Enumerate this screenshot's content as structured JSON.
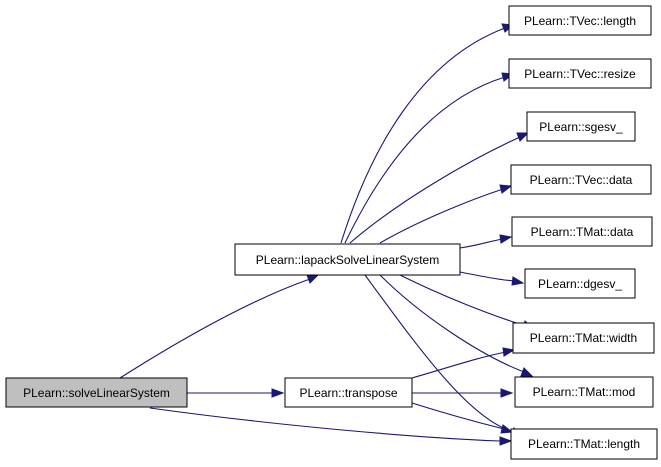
{
  "graph": {
    "colors": {
      "edge": "#191970",
      "node_fill": "#ffffff",
      "root_fill": "#bfbfbf",
      "border": "#000000"
    },
    "nodes": {
      "solve": {
        "label": "PLearn::solveLinearSystem",
        "root": true
      },
      "lapack": {
        "label": "PLearn::lapackSolveLinearSystem"
      },
      "transpose": {
        "label": "PLearn::transpose"
      },
      "tvec_length": {
        "label": "PLearn::TVec::length"
      },
      "tvec_resize": {
        "label": "PLearn::TVec::resize"
      },
      "sgesv": {
        "label": "PLearn::sgesv_"
      },
      "tvec_data": {
        "label": "PLearn::TVec::data"
      },
      "tmat_data": {
        "label": "PLearn::TMat::data"
      },
      "dgesv": {
        "label": "PLearn::dgesv_"
      },
      "tmat_width": {
        "label": "PLearn::TMat::width"
      },
      "tmat_mod": {
        "label": "PLearn::TMat::mod"
      },
      "tmat_length": {
        "label": "PLearn::TMat::length"
      }
    },
    "edges": [
      {
        "from": "solve",
        "to": "lapack"
      },
      {
        "from": "solve",
        "to": "transpose"
      },
      {
        "from": "solve",
        "to": "tmat_length"
      },
      {
        "from": "lapack",
        "to": "tvec_length"
      },
      {
        "from": "lapack",
        "to": "tvec_resize"
      },
      {
        "from": "lapack",
        "to": "sgesv"
      },
      {
        "from": "lapack",
        "to": "tvec_data"
      },
      {
        "from": "lapack",
        "to": "tmat_data"
      },
      {
        "from": "lapack",
        "to": "dgesv"
      },
      {
        "from": "lapack",
        "to": "tmat_width"
      },
      {
        "from": "lapack",
        "to": "tmat_mod"
      },
      {
        "from": "lapack",
        "to": "tmat_length"
      },
      {
        "from": "transpose",
        "to": "tmat_width"
      },
      {
        "from": "transpose",
        "to": "tmat_mod"
      },
      {
        "from": "transpose",
        "to": "tmat_length"
      }
    ]
  }
}
